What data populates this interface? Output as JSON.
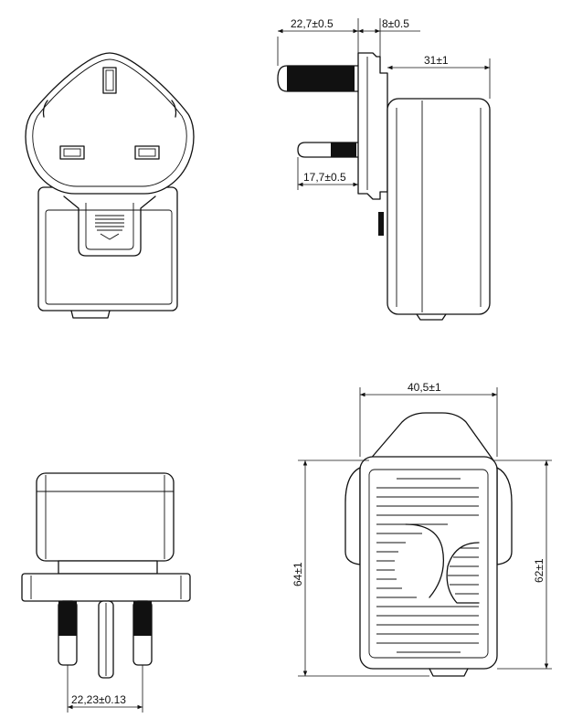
{
  "dimensions": {
    "top_side_pin_length": "22,7±0.5",
    "top_side_plate": "8±0.5",
    "top_side_body": "31±1",
    "top_side_lower_pin": "17,7±0.5",
    "rear_width": "40,5±1",
    "rear_height_left": "64±1",
    "rear_height_right": "62±1",
    "bottom_pin_spacing": "22,23±0.13"
  }
}
